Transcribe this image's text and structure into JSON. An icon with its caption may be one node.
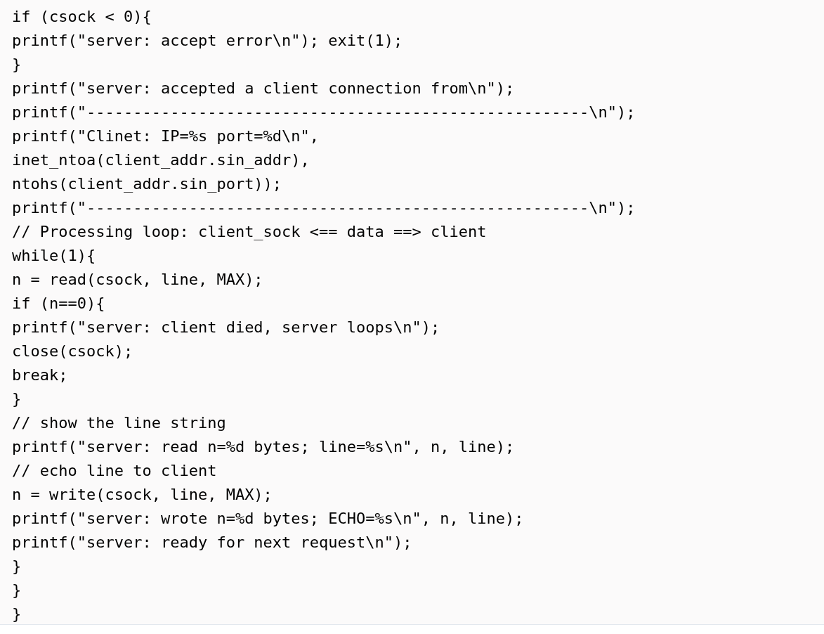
{
  "diagram": {
    "labels": [
      "if (csock < 0){",
      "printf(\"server: accept error\\n\"); exit(1);",
      "}",
      "printf(\"server: accepted a client connection from\\n\");",
      "printf(\"------------------------------------------------------\\n\");",
      "printf(\"Clinet: IP=%s port=%d\\n\",",
      "inet_ntoa(client_addr.sin_addr),",
      "ntohs(client_addr.sin_port));",
      "printf(\"------------------------------------------------------\\n\");",
      "// Processing loop: client_sock <== data ==> client",
      "while(1){",
      "n = read(csock, line, MAX);",
      "if (n==0){",
      "printf(\"server: client died, server loops\\n\");",
      "close(csock);",
      "break;",
      "}",
      "// show the line string",
      "printf(\"server: read n=%d bytes; line=%s\\n\", n, line);",
      "// echo line to client",
      "n = write(csock, line, MAX);",
      "printf(\"server: wrote n=%d bytes; ECHO=%s\\n\", n, line);",
      "printf(\"server: ready for next request\\n\");",
      "}",
      "}",
      "}"
    ]
  }
}
